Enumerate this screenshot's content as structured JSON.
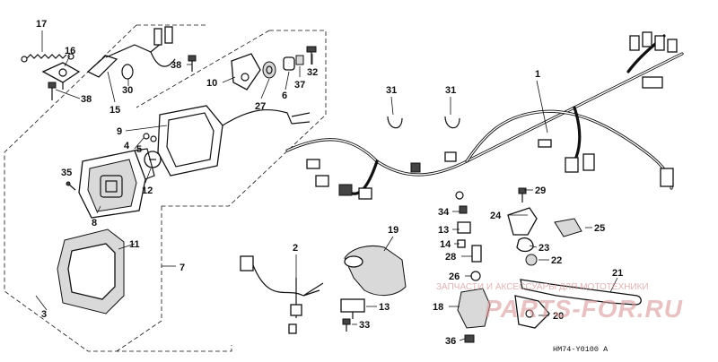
{
  "callouts": {
    "c1": "1",
    "c2": "2",
    "c3": "3",
    "c4": "4",
    "c5": "5",
    "c6": "6",
    "c7": "7",
    "c8": "8",
    "c9": "9",
    "c10": "10",
    "c11": "11",
    "c12": "12",
    "c13a": "13",
    "c13b": "13",
    "c14": "14",
    "c15": "15",
    "c16": "16",
    "c17": "17",
    "c18": "18",
    "c19": "19",
    "c20": "20",
    "c21": "21",
    "c22": "22",
    "c23": "23",
    "c24": "24",
    "c25": "25",
    "c26": "26",
    "c27": "27",
    "c28": "28",
    "c29": "29",
    "c30": "30",
    "c31a": "31",
    "c31b": "31",
    "c32": "32",
    "c33": "33",
    "c34": "34",
    "c35": "35",
    "c36": "36",
    "c37": "37",
    "c38a": "38",
    "c38b": "38"
  },
  "diagram_code": "HM74-Y0100 A",
  "watermark": {
    "line1": "ЗАПЧАСТИ И АКСЕССУАРЫ ДЛЯ МОТОТЕХНИКИ",
    "line2": "PARTS-FOR.RU"
  }
}
